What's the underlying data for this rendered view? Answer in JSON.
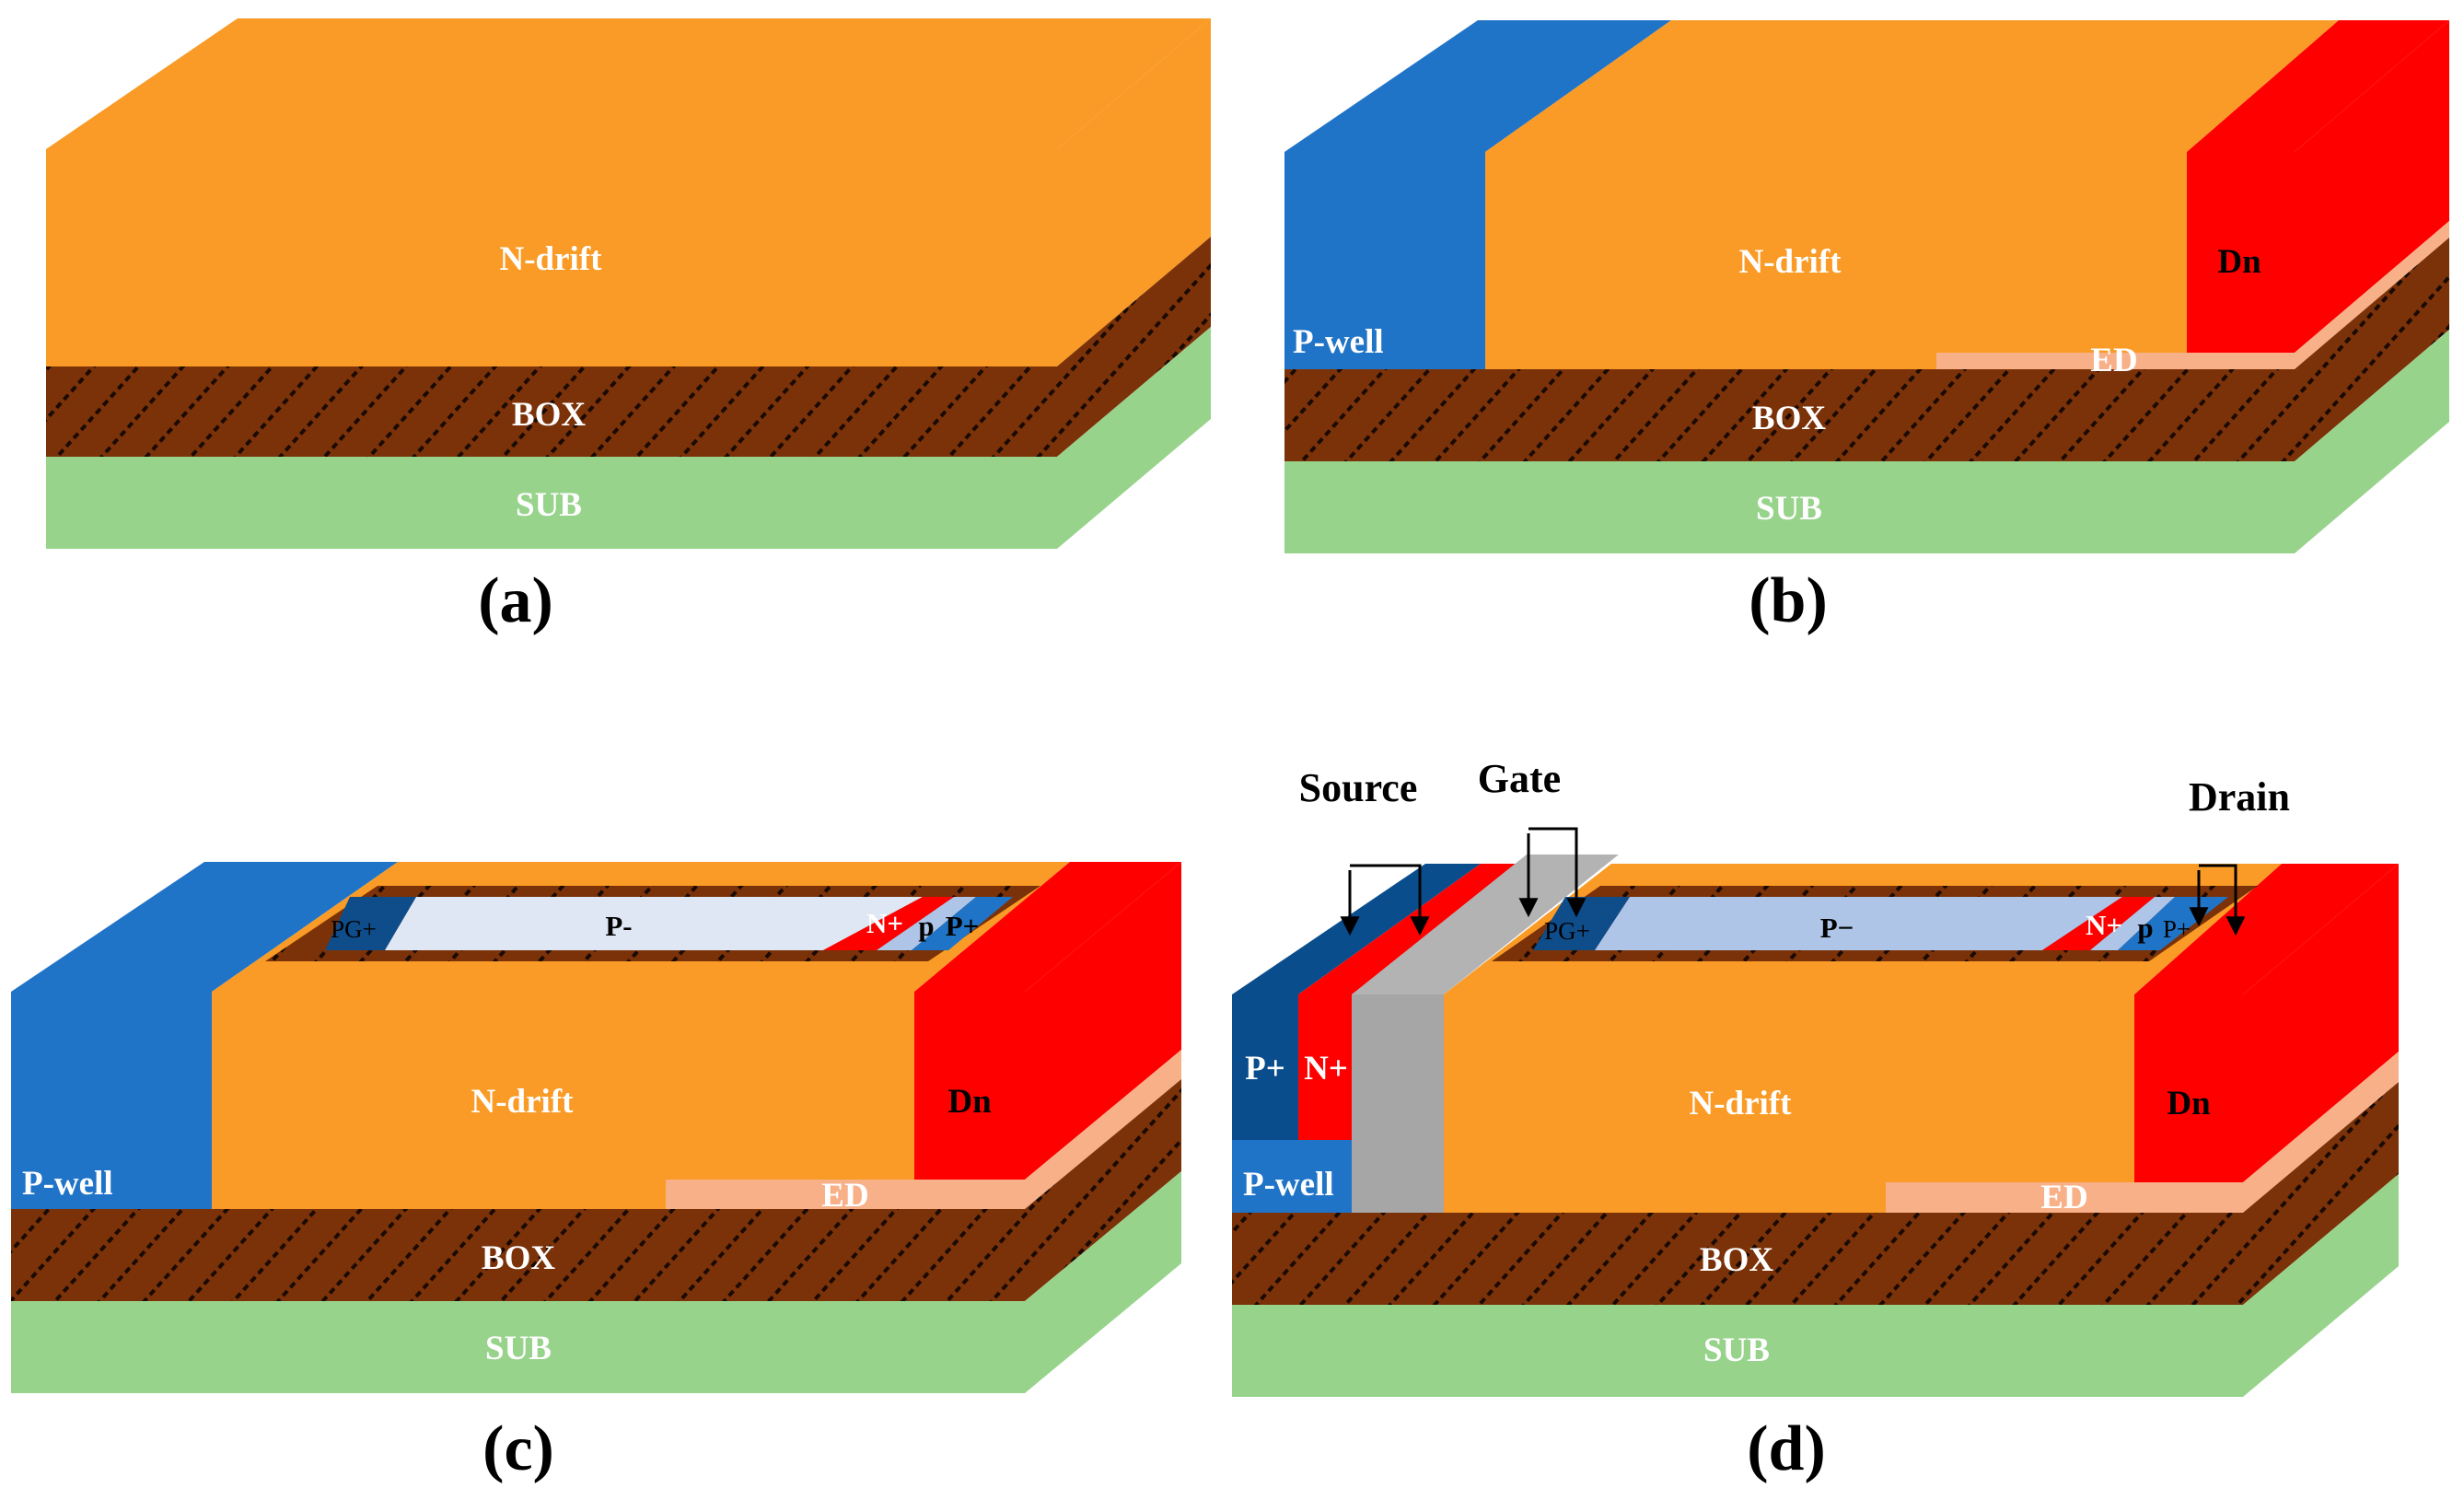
{
  "colors": {
    "ndrift": "#f99b26",
    "box": "#7b3209",
    "sub": "#98d38c",
    "pwell": "#2074c7",
    "dn": "#ff0000",
    "ed": "#f8b088",
    "pminus_c": "#dfe7f4",
    "pminus_d": "#aec5e8",
    "pg": "#0e4c8a",
    "gate": "#a6a6a6",
    "p_dark": "#0a4d8c"
  },
  "panel_a": {
    "caption": "(a)",
    "ndrift": "N-drift",
    "box": "BOX",
    "sub": "SUB"
  },
  "panel_b": {
    "caption": "(b)",
    "pwell": "P-well",
    "ndrift": "N-drift",
    "dn": "Dn",
    "ed": "ED",
    "box": "BOX",
    "sub": "SUB"
  },
  "panel_c": {
    "caption": "(c)",
    "pg": "PG+",
    "pminus": "P-",
    "nplus": "N+",
    "p": "p",
    "pplus": "P+",
    "pwell": "P-well",
    "ndrift": "N-drift",
    "dn": "Dn",
    "ed": "ED",
    "box": "BOX",
    "sub": "SUB"
  },
  "panel_d": {
    "caption": "(d)",
    "source": "Source",
    "gate": "Gate",
    "drain": "Drain",
    "pg": "PG+",
    "pminus": "P−",
    "nplus_top": "N+",
    "p": "p",
    "pplus_top": "P+",
    "pplus": "P+",
    "nplus": "N+",
    "pwell": "P-well",
    "ndrift": "N-drift",
    "dn": "Dn",
    "ed": "ED",
    "box": "BOX",
    "sub": "SUB"
  }
}
